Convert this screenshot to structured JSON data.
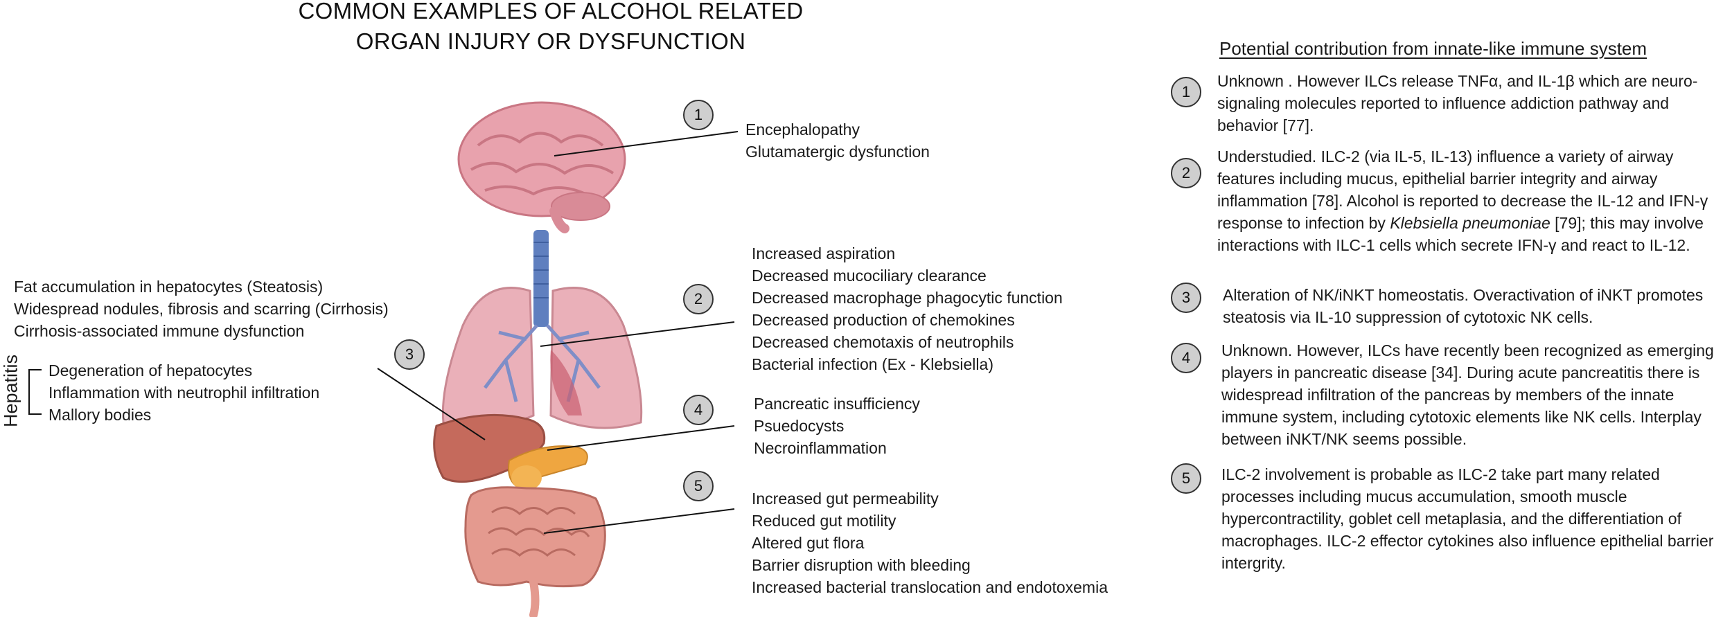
{
  "title": {
    "line1": "COMMON EXAMPLES OF ALCOHOL RELATED",
    "line2": "ORGAN INJURY OR DYSFUNCTION"
  },
  "markers": {
    "m1": "1",
    "m2": "2",
    "m3": "3",
    "m4": "4",
    "m5": "5"
  },
  "brain": [
    "Encephalopathy",
    "Glutamatergic dysfunction"
  ],
  "lungs": [
    "Increased aspiration",
    "Decreased mucociliary clearance",
    "Decreased macrophage phagocytic function",
    "Decreased production of chemokines",
    "Decreased chemotaxis of neutrophils",
    "Bacterial infection (Ex - Klebsiella)"
  ],
  "liver": [
    "Fat accumulation in hepatocytes (Steatosis)",
    "Widespread nodules, fibrosis and scarring (Cirrhosis)",
    "Cirrhosis-associated immune dysfunction"
  ],
  "hepatitis": {
    "label": "Hepatitis",
    "items": [
      "Degeneration of hepatocytes",
      "Inflammation with neutrophil infiltration",
      "Mallory bodies"
    ]
  },
  "pancreas": [
    "Pancreatic insufficiency",
    "Psuedocysts",
    "Necroinflammation"
  ],
  "gut": [
    "Increased gut permeability",
    "Reduced gut motility",
    "Altered gut flora",
    "Barrier disruption with bleeding",
    "Increased bacterial translocation and endotoxemia"
  ],
  "right": {
    "heading": "Potential contribution from innate-like immune system",
    "p1": "Unknown . However ILCs release TNFα, and IL-1β which are neuro-signaling molecules reported to influence addiction pathway and behavior [77].",
    "p2_part1": "Understudied. ILC-2 (via IL-5, IL-13) influence a variety of airway features including mucus, epithelial barrier integrity and airway inflammation [78]. Alcohol is reported to decrease the IL-12 and IFN-γ response to infection by ",
    "p2_italic": "Klebsiella pneumoniae",
    "p2_part2": " [79]; this may involve interactions with ILC-1 cells which secrete IFN-γ and react to IL-12.",
    "p3": "Alteration of NK/iNKT homeostatis. Overactivation of iNKT promotes steatosis via IL-10 suppression of cytotoxic NK cells.",
    "p4": "Unknown. However, ILCs have recently been recognized as emerging players in pancreatic disease [34]. During acute pancreatitis there is widespread infiltration of the pancreas by members of the innate immune system, including cytotoxic elements like NK cells. Interplay between iNKT/NK seems possible.",
    "p5": "ILC-2 involvement is probable as ILC-2 take part many related processes including mucus accumulation, smooth muscle hypercontractility, goblet cell metaplasia, and the differentiation of macrophages. ILC-2 effector cytokines also influence epithelial barrier intergrity."
  },
  "colors": {
    "brain": "#e8a2ad",
    "lung": "#eab0b9",
    "trachea": "#5f7fbf",
    "liver": "#c56a5c",
    "pancreas": "#efa640",
    "intestine": "#e49a8f",
    "marker_fill": "#cfcfcf"
  }
}
